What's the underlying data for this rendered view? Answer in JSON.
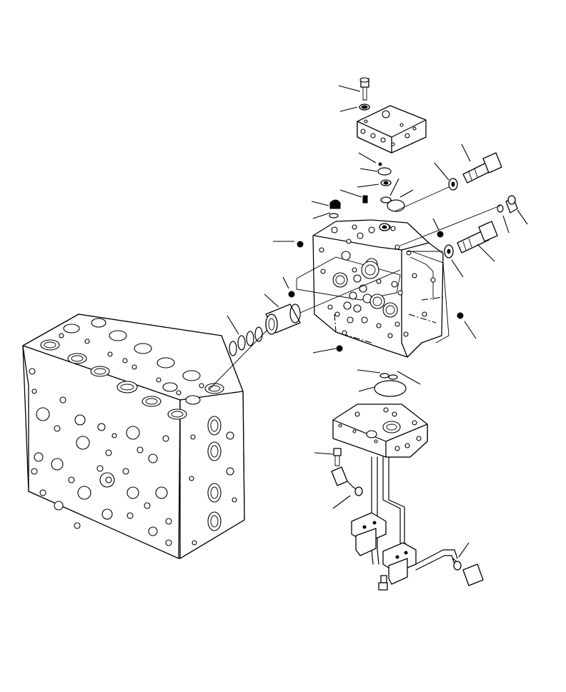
{
  "diagram": {
    "kind": "exploded-parts-view",
    "style": "black line art on white",
    "colors": {
      "line": "#000000",
      "background": "#ffffff",
      "shade": "#888888"
    },
    "callouts_without_numbers": 26
  }
}
